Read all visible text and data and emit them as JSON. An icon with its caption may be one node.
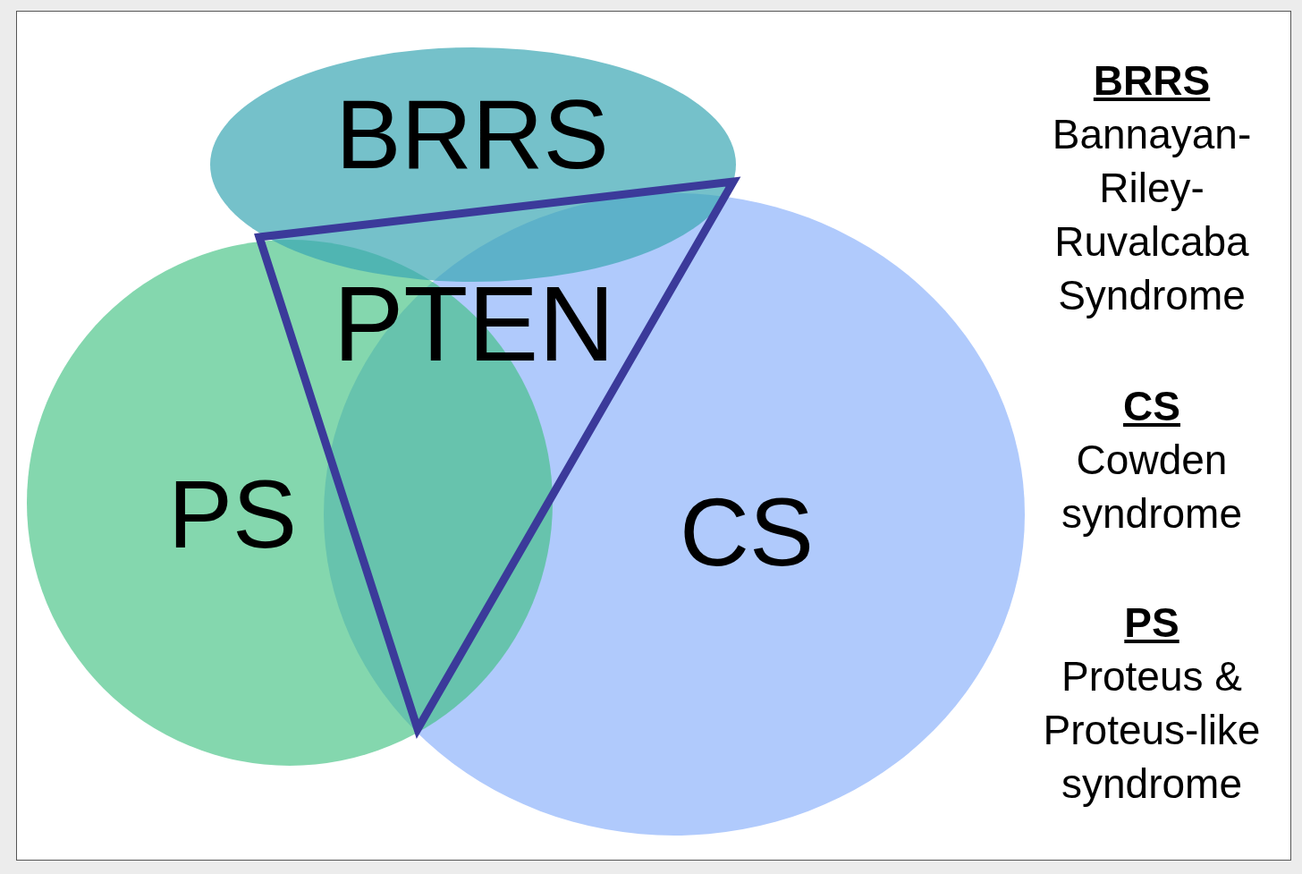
{
  "diagram": {
    "nodes": [
      {
        "text": [
          "PS"
        ]
      },
      {
        "text": [
          "CS"
        ]
      },
      {
        "text": [
          "BRRS"
        ]
      },
      {
        "text": [
          "PTEN"
        ]
      }
    ],
    "edges": [],
    "labels": [
      "BRRS",
      "Bannayan-Riley-Ruvalcaba Syndrome",
      "CS",
      "Cowden syndrome",
      "PS",
      "Proteus & Proteus-like syndrome"
    ]
  }
}
